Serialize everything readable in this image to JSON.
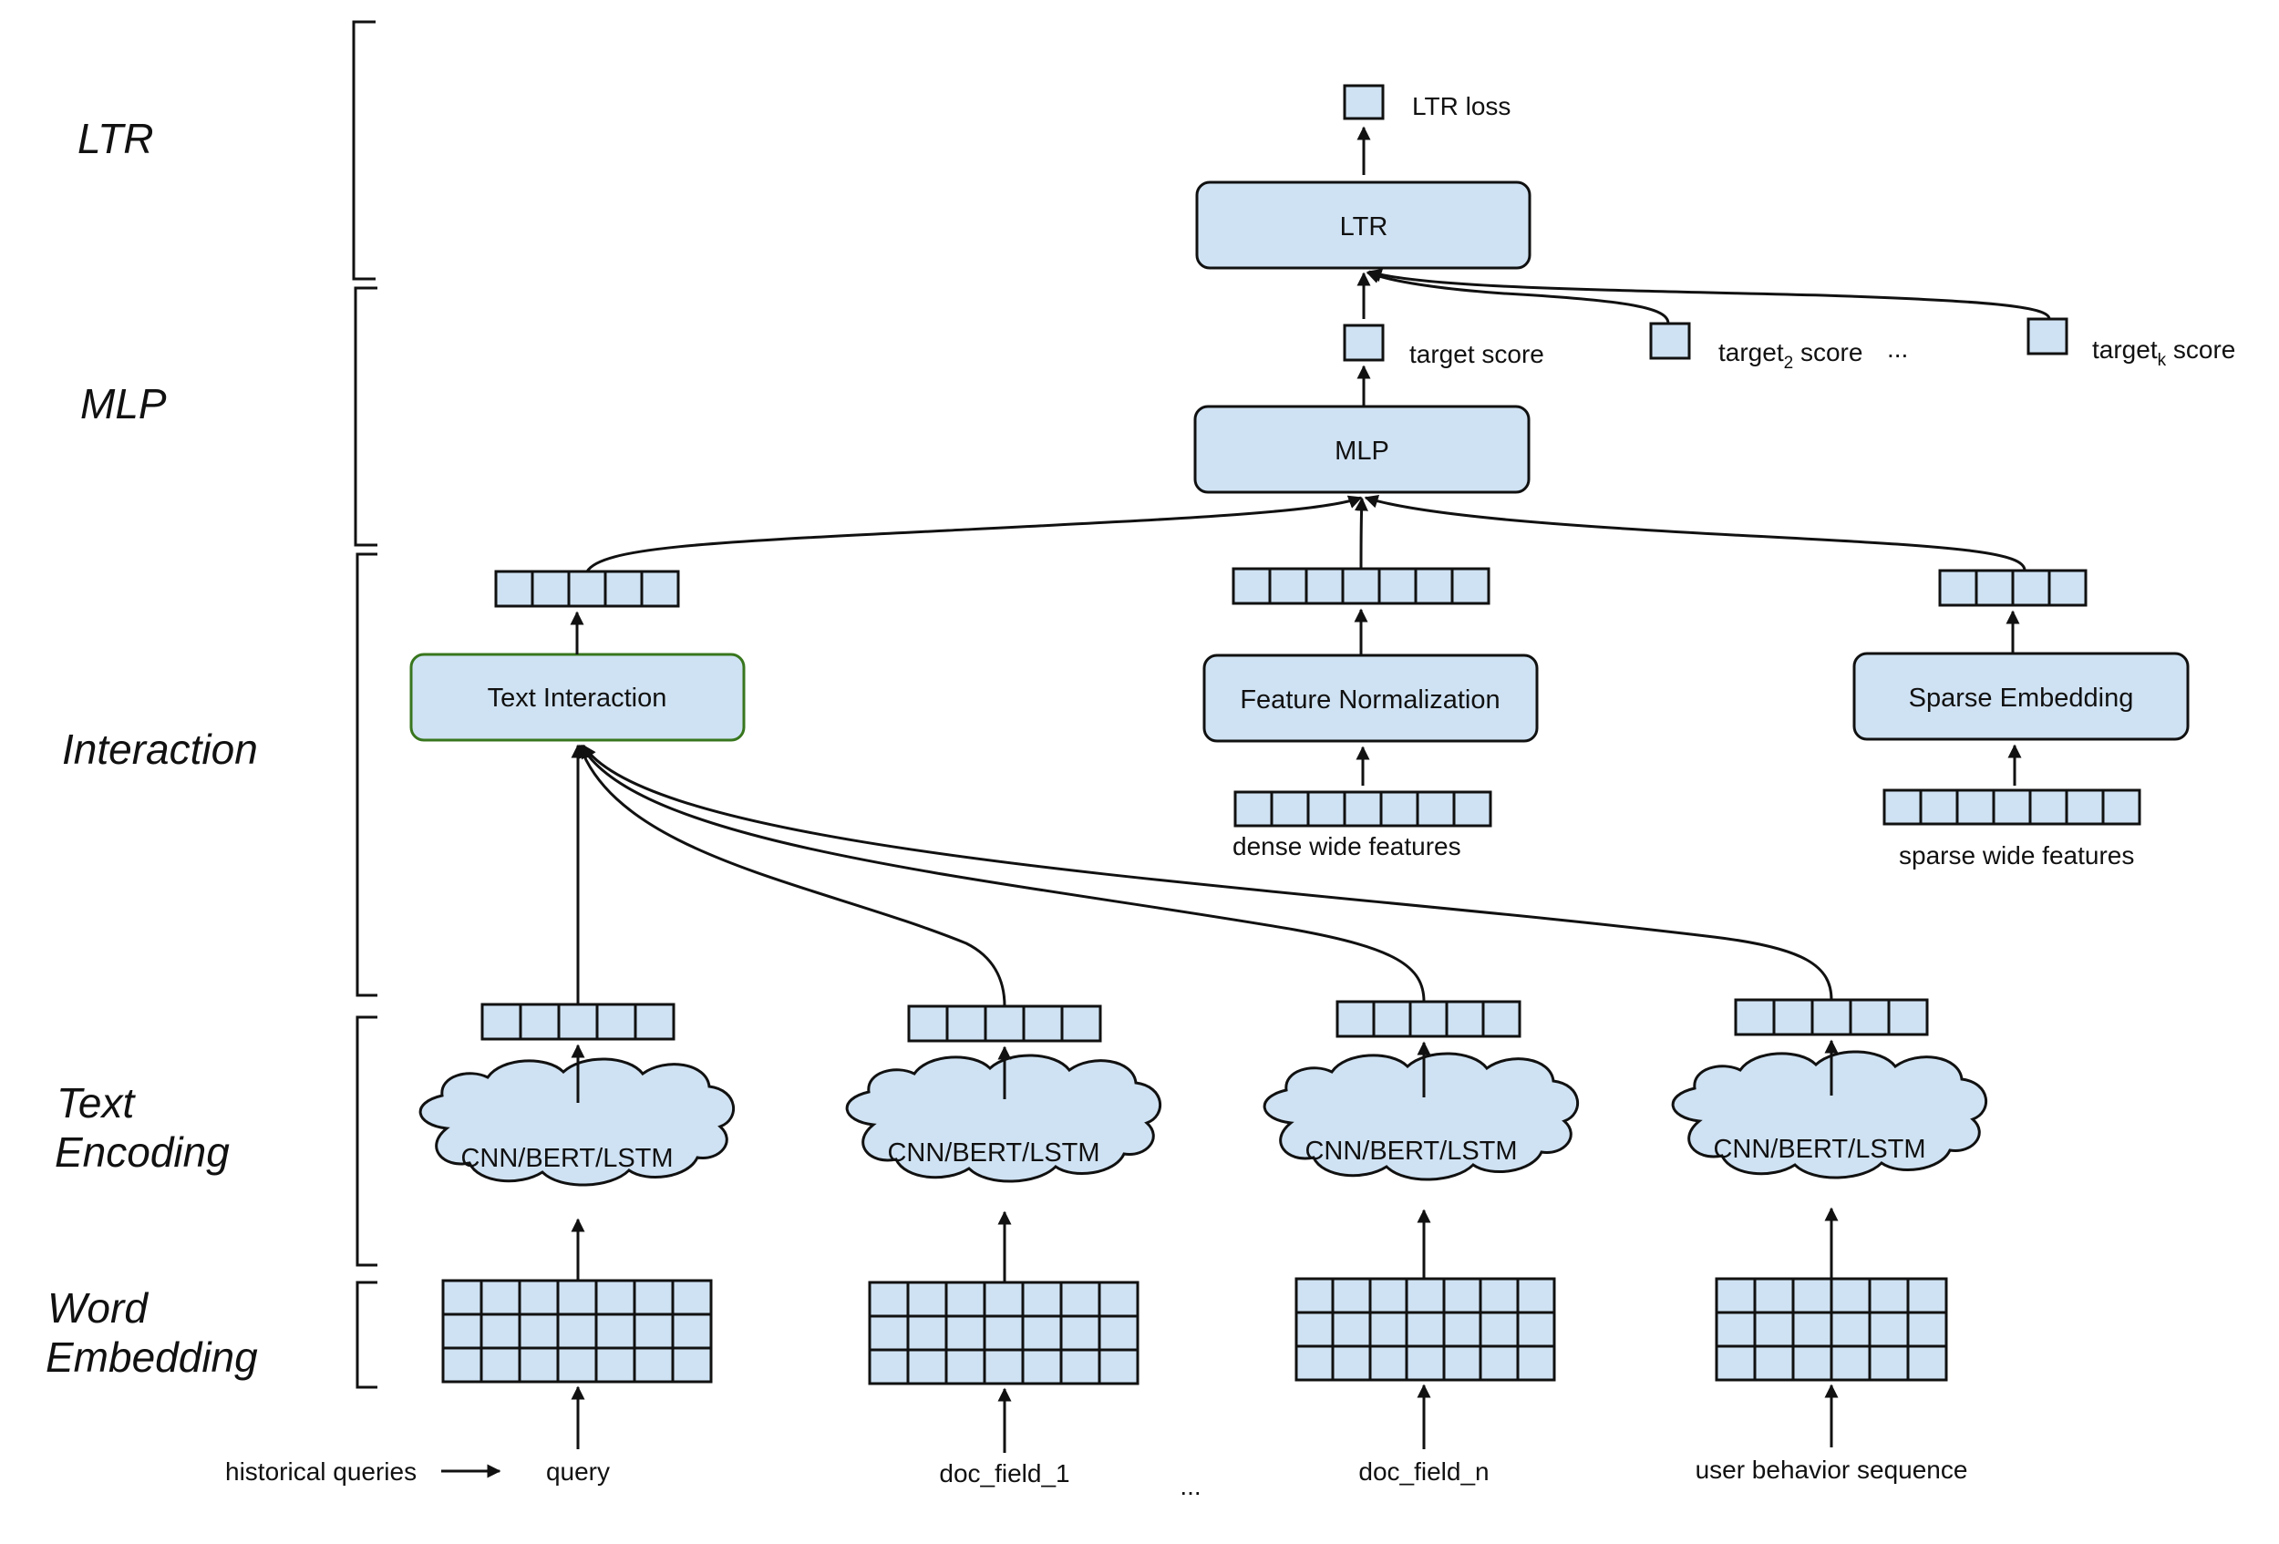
{
  "levels": {
    "ltr": "LTR",
    "mlp": "MLP",
    "interaction": "Interaction",
    "text_encoding_line1": "Text",
    "text_encoding_line2": "Encoding",
    "word_embedding_line1": "Word",
    "word_embedding_line2": "Embedding"
  },
  "top": {
    "ltr_loss": "LTR loss",
    "ltr_box": "LTR",
    "target_score": "target score",
    "target2_pre": "target",
    "target2_sub": "2",
    "target2_post": " score",
    "ellipsis": "...",
    "targetk_pre": "target",
    "targetk_sub": "k",
    "targetk_post": " score",
    "mlp_box": "MLP"
  },
  "interaction": {
    "text_interaction": "Text Interaction",
    "feature_normalization": "Feature Normalization",
    "sparse_embedding": "Sparse Embedding",
    "dense_wide_features": "dense wide features",
    "sparse_wide_features": "sparse wide features"
  },
  "encoders": {
    "cnn1": "CNN/BERT/LSTM",
    "cnn2": "CNN/BERT/LSTM",
    "cnn3": "CNN/BERT/LSTM",
    "cnn4": "CNN/BERT/LSTM"
  },
  "inputs": {
    "historical_queries": "historical queries",
    "query": "query",
    "doc_field_1": "doc_field_1",
    "ellipsis": "...",
    "doc_field_n": "doc_field_n",
    "user_behavior_sequence": "user behavior sequence"
  },
  "colors": {
    "fill": "#cfe2f3",
    "stroke": "#111111",
    "text_interaction_border": "#38761d"
  }
}
